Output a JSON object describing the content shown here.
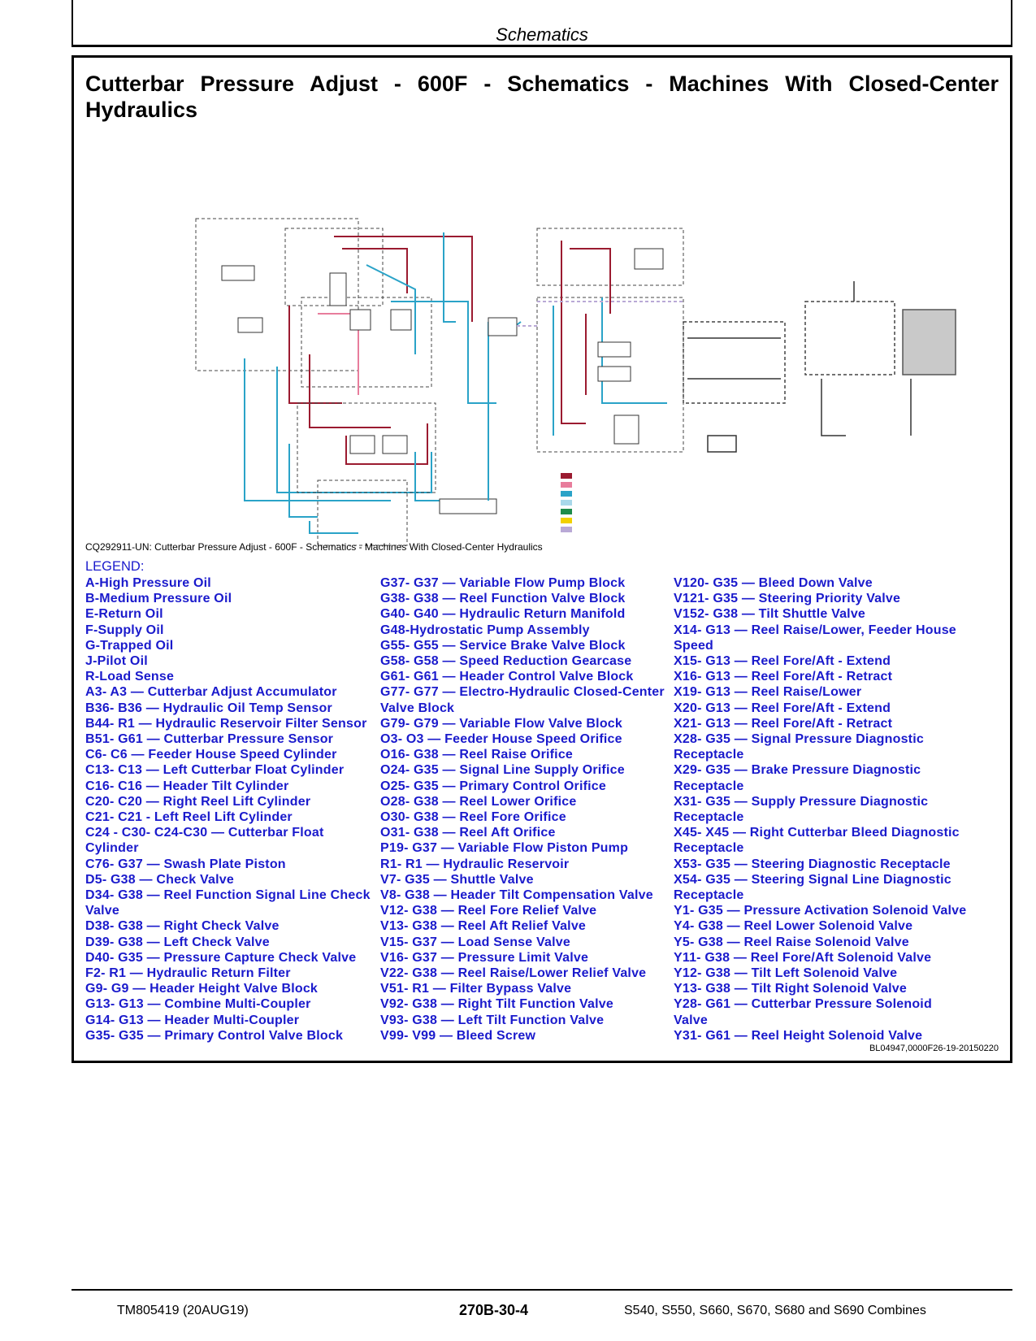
{
  "header": {
    "section": "Schematics"
  },
  "title_line1": "Cutterbar Pressure Adjust - 600F - Schematics - Machines With Closed-Center",
  "title_line2": "Hydraulics",
  "caption": "CQ292911-UN: Cutterbar Pressure Adjust - 600F - Schematics - Machines With Closed-Center Hydraulics",
  "legend_title": "LEGEND:",
  "colors": {
    "legend_text": "#1a1acc",
    "pressure_high": "#9b1b30",
    "pressure_medium": "#e87d9c",
    "return": "#2aa3c8",
    "supply": "#a8d8ea",
    "trapped": "#1e8c4a",
    "pilot": "#f2d100",
    "load_sense": "#b9a9d6"
  },
  "legend": {
    "col1": [
      "A-High Pressure Oil",
      "B-Medium Pressure Oil",
      "E-Return Oil",
      "F-Supply Oil",
      "G-Trapped Oil",
      "J-Pilot Oil",
      "R-Load Sense",
      "A3- A3 — Cutterbar Adjust Accumulator",
      "B36- B36 — Hydraulic Oil Temp Sensor",
      "B44- R1 — Hydraulic Reservoir Filter Sensor",
      "B51- G61 — Cutterbar Pressure Sensor",
      "C6- C6 — Feeder House Speed Cylinder",
      "C13- C13 — Left Cutterbar Float Cylinder",
      "C16- C16 — Header Tilt Cylinder",
      "C20- C20 — Right Reel Lift Cylinder",
      "C21- C21 - Left Reel Lift Cylinder",
      "C24 - C30- C24-C30 — Cutterbar Float",
      "Cylinder",
      "C76- G37 — Swash Plate Piston",
      "D5- G38 — Check Valve",
      "D34- G38 — Reel Function Signal Line Check",
      "Valve",
      "D38- G38 — Right Check Valve",
      "D39- G38 — Left Check Valve",
      "D40- G35 — Pressure Capture Check Valve",
      "F2- R1 — Hydraulic Return Filter",
      "G9- G9 — Header Height Valve Block",
      "G13- G13 — Combine Multi-Coupler",
      "G14- G13 — Header Multi-Coupler",
      "G35- G35 — Primary Control Valve Block"
    ],
    "col2": [
      "G37- G37 — Variable Flow Pump Block",
      "G38- G38 — Reel Function Valve Block",
      "G40- G40 — Hydraulic Return Manifold",
      "G48-Hydrostatic Pump Assembly",
      "G55- G55 — Service Brake Valve Block",
      "G58- G58 — Speed Reduction Gearcase",
      "G61- G61 — Header Control Valve Block",
      "G77- G77 — Electro-Hydraulic Closed-Center",
      "Valve Block",
      "G79- G79 — Variable Flow Valve Block",
      "O3- O3 — Feeder House Speed Orifice",
      "O16- G38 — Reel Raise Orifice",
      "O24- G35 — Signal Line Supply Orifice",
      "O25- G35 — Primary Control Orifice",
      "O28- G38 — Reel Lower Orifice",
      "O30- G38 — Reel Fore Orifice",
      "O31- G38 — Reel Aft Orifice",
      "P19- G37 — Variable Flow Piston Pump",
      "R1- R1 — Hydraulic Reservoir",
      "V7- G35 — Shuttle Valve",
      "V8- G38 — Header Tilt Compensation Valve",
      "V12- G38 — Reel Fore Relief Valve",
      "V13- G38 — Reel Aft Relief Valve",
      "V15- G37 — Load Sense Valve",
      "V16- G37 — Pressure Limit Valve",
      "V22- G38 — Reel Raise/Lower Relief Valve",
      "V51- R1 — Filter Bypass Valve",
      "V92- G38 — Right Tilt Function Valve",
      "V93- G38 — Left Tilt Function Valve",
      "V99- V99 — Bleed Screw"
    ],
    "col3": [
      "V120- G35 — Bleed Down Valve",
      "V121- G35 — Steering Priority Valve",
      "V152- G38 — Tilt Shuttle Valve",
      "X14- G13 — Reel Raise/Lower, Feeder House",
      "Speed",
      "X15- G13 — Reel Fore/Aft - Extend",
      "X16- G13 — Reel Fore/Aft - Retract",
      "X19- G13 — Reel Raise/Lower",
      "X20- G13 — Reel Fore/Aft - Extend",
      "X21- G13 — Reel Fore/Aft - Retract",
      "X28- G35 — Signal Pressure Diagnostic",
      "Receptacle",
      "X29- G35 — Brake Pressure Diagnostic",
      "Receptacle",
      "X31- G35 — Supply Pressure Diagnostic",
      "Receptacle",
      "X45- X45 — Right Cutterbar Bleed Diagnostic",
      "Receptacle",
      "X53- G35 — Steering Diagnostic Receptacle",
      "X54- G35 — Steering Signal Line Diagnostic",
      "Receptacle",
      "Y1- G35 — Pressure Activation Solenoid Valve",
      "Y4- G38 — Reel Lower Solenoid Valve",
      "Y5- G38 — Reel Raise Solenoid Valve",
      "Y11- G38 — Reel Fore/Aft Solenoid Valve",
      "Y12- G38 — Tilt Left Solenoid Valve",
      "Y13- G38 — Tilt Right Solenoid Valve",
      "Y28- G61 — Cutterbar Pressure Solenoid",
      "Valve",
      "Y31- G61 — Reel Height Solenoid Valve"
    ]
  },
  "doc_id": "BL04947,0000F26-19-20150220",
  "footer": {
    "manual": "TM805419 (20AUG19)",
    "page": "270B-30-4",
    "models": "S540, S550, S660, S670, S680 and S690 Combines"
  }
}
